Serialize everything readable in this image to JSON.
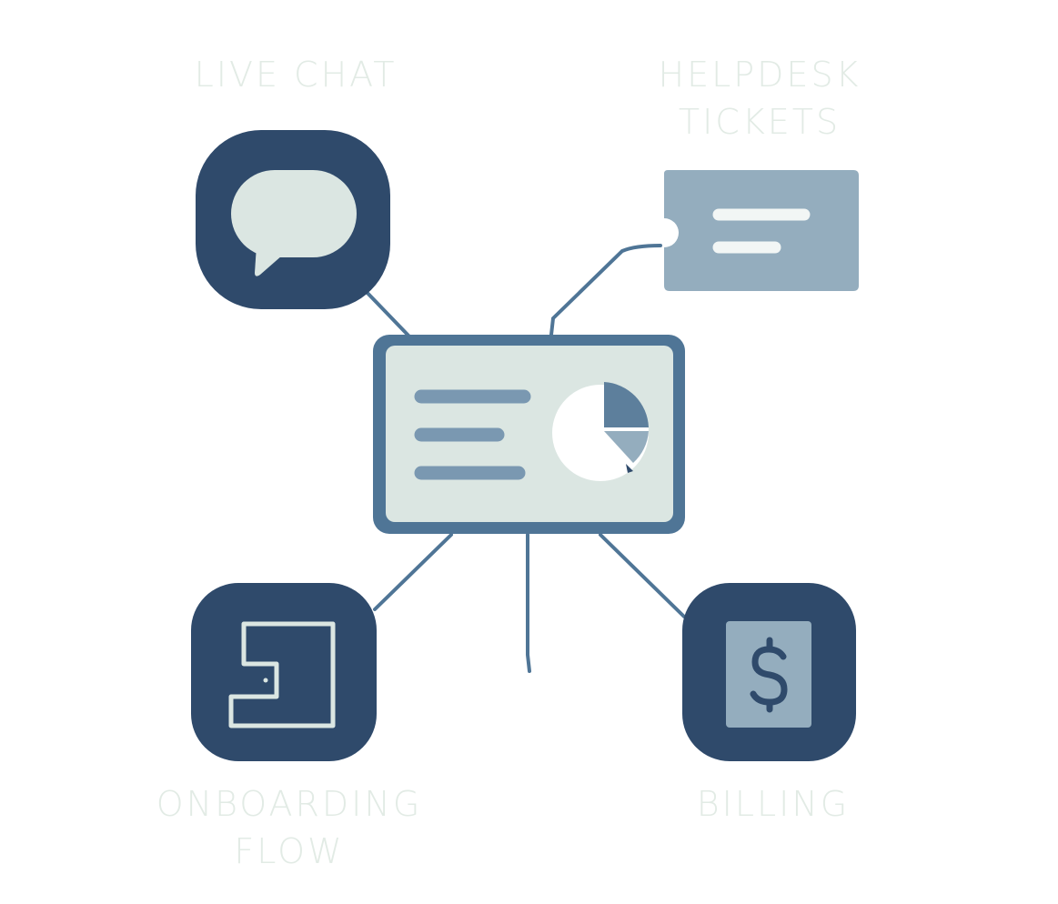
{
  "labels": {
    "live_chat": "LIVE CHAT",
    "helpdesk_line1": "HELPDESK",
    "helpdesk_line2": "TICKETS",
    "onboarding_line1": "ONBOARDING",
    "onboarding_line2": "FLOW",
    "billing": "BILLING"
  },
  "icons": {
    "live_chat": "speech-bubble-icon",
    "helpdesk": "ticket-icon",
    "center": "dashboard-icon",
    "onboarding": "flow-path-icon",
    "billing": "dollar-bill-icon"
  },
  "colors": {
    "navy": "#2f4a6b",
    "slate_blue": "#4f7596",
    "muted_blue": "#94adbe",
    "pale_mint": "#dbe6e2",
    "label_text": "#e2ebe5",
    "background": "#ffffff"
  }
}
